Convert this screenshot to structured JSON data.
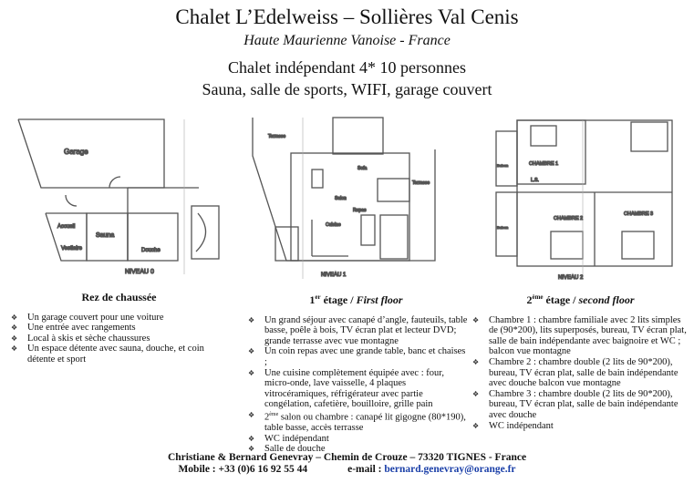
{
  "header": {
    "title": "Chalet L’Edelweiss – Sollières Val Cenis",
    "subtitle": "Haute Maurienne Vanoise - France",
    "tagline1": "Chalet indépendant 4* 10 personnes",
    "tagline2": "Sauna, salle de sports, WIFI, garage couvert"
  },
  "plans": [
    {
      "level": "NIVEAU 0",
      "rooms": [
        "Garage",
        "Accueil",
        "Vestiaire",
        "Sauna",
        "Douche"
      ]
    },
    {
      "level": "NIVEAU 1",
      "rooms": [
        "Terrasse",
        "Terrasse",
        "Salon",
        "Sofa",
        "Repas",
        "Cuisine"
      ]
    },
    {
      "level": "NIVEAU 2",
      "rooms": [
        "CHAMBRE 1",
        "L.S.",
        "CHAMBRE 2",
        "CHAMBRE 3",
        "Balcon",
        "Balcon"
      ]
    }
  ],
  "sections": [
    {
      "title": "Rez de chaussée",
      "items": [
        "Un garage couvert pour une voiture",
        "Une entrée avec rangements",
        "Local à skis et sèche chaussures",
        "Un espace détente avec sauna, douche, et coin détente et sport"
      ]
    },
    {
      "title_sup_num": "1",
      "title_sup": "er",
      "title_rest": " étage / ",
      "title_italic": "First floor",
      "items": [
        "Un grand séjour avec canapé d’angle, fauteuils, table basse, poêle à bois, TV écran plat et lecteur DVD; grande terrasse avec vue montagne",
        "Un coin repas avec une grande table, banc et chaises ;",
        "Une cuisine complètement équipée avec : four, micro-onde, lave vaisselle, 4 plaques vitrocéramiques, réfrigérateur avec partie congélation, cafetière, bouilloire, grille pain"
      ],
      "item4_num": "2",
      "item4_sup": "ème",
      "item4_rest": " salon ou chambre : canapé lit gigogne (80*190), table basse, accès terrasse",
      "items_tail": [
        "WC indépendant",
        "Salle de douche"
      ]
    },
    {
      "title_sup_num": "2",
      "title_sup": "ème",
      "title_rest": " étage / ",
      "title_italic": "second floor",
      "items": [
        "Chambre 1 : chambre familiale avec 2 lits simples de (90*200), lits superposés, bureau, TV écran plat, salle de bain indépendante avec baignoire et WC ; balcon vue montagne",
        "Chambre 2 : chambre double (2 lits de 90*200), bureau, TV écran plat, salle de bain indépendante avec douche  balcon vue montagne",
        "Chambre 3 : chambre double (2 lits de 90*200), bureau, TV écran plat, salle de bain indépendante avec douche",
        "WC indépendant"
      ]
    }
  ],
  "footer": {
    "address": "Christiane & Bernard Genevray – Chemin de Crouze – 73320 TIGNES - France",
    "mobile": "Mobile : +33 (0)6 16 92 55 44",
    "email_label": "e-mail : ",
    "email": "bernard.genevray@orange.fr",
    "link_color": "#1a3fa8"
  }
}
